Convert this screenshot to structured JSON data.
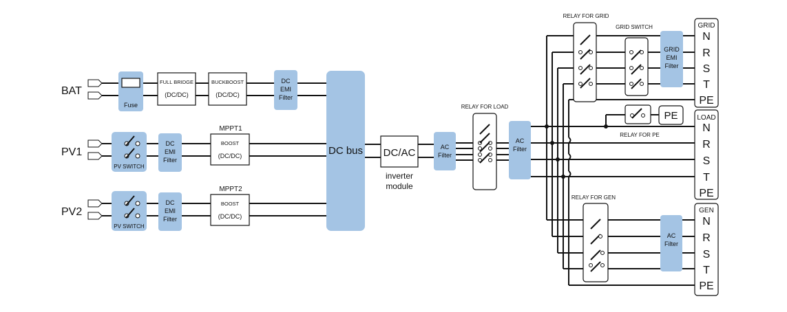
{
  "inputs": {
    "bat": "BAT",
    "pv1": "PV1",
    "pv2": "PV2"
  },
  "blocks": {
    "fuse": "Fuse",
    "full_bridge": [
      "FULL BRIDGE",
      "(DC/DC)"
    ],
    "buckboost": [
      "BUCKBOOST",
      "(DC/DC)"
    ],
    "dc_emi_filter": [
      "DC",
      "EMI",
      "Filter"
    ],
    "pv_switch": "PV SWITCH",
    "mppt1": "MPPT1",
    "mppt2": "MPPT2",
    "boost": [
      "BOOST",
      "(DC/DC)"
    ],
    "dc_bus": "DC bus",
    "dcac": "DC/AC",
    "inverter_module": [
      "inverter",
      "module"
    ],
    "ac_filter": [
      "AC",
      "Filter"
    ],
    "grid_emi_filter": [
      "GRID",
      "EMI",
      "Filter"
    ]
  },
  "relays": {
    "grid": "RELAY FOR GRID",
    "grid_switch": "GRID SWITCH",
    "load": "RELAY FOR LOAD",
    "pe": "RELAY FOR PE",
    "gen": "RELAY FOR GEN"
  },
  "ports": {
    "grid": {
      "title": "GRID",
      "lines": [
        "N",
        "R",
        "S",
        "T",
        "PE"
      ]
    },
    "load": {
      "title": "LOAD",
      "lines": [
        "N",
        "R",
        "S",
        "T",
        "PE"
      ]
    },
    "gen": {
      "title": "GEN",
      "lines": [
        "N",
        "R",
        "S",
        "T",
        "PE"
      ]
    },
    "pe": "PE"
  }
}
